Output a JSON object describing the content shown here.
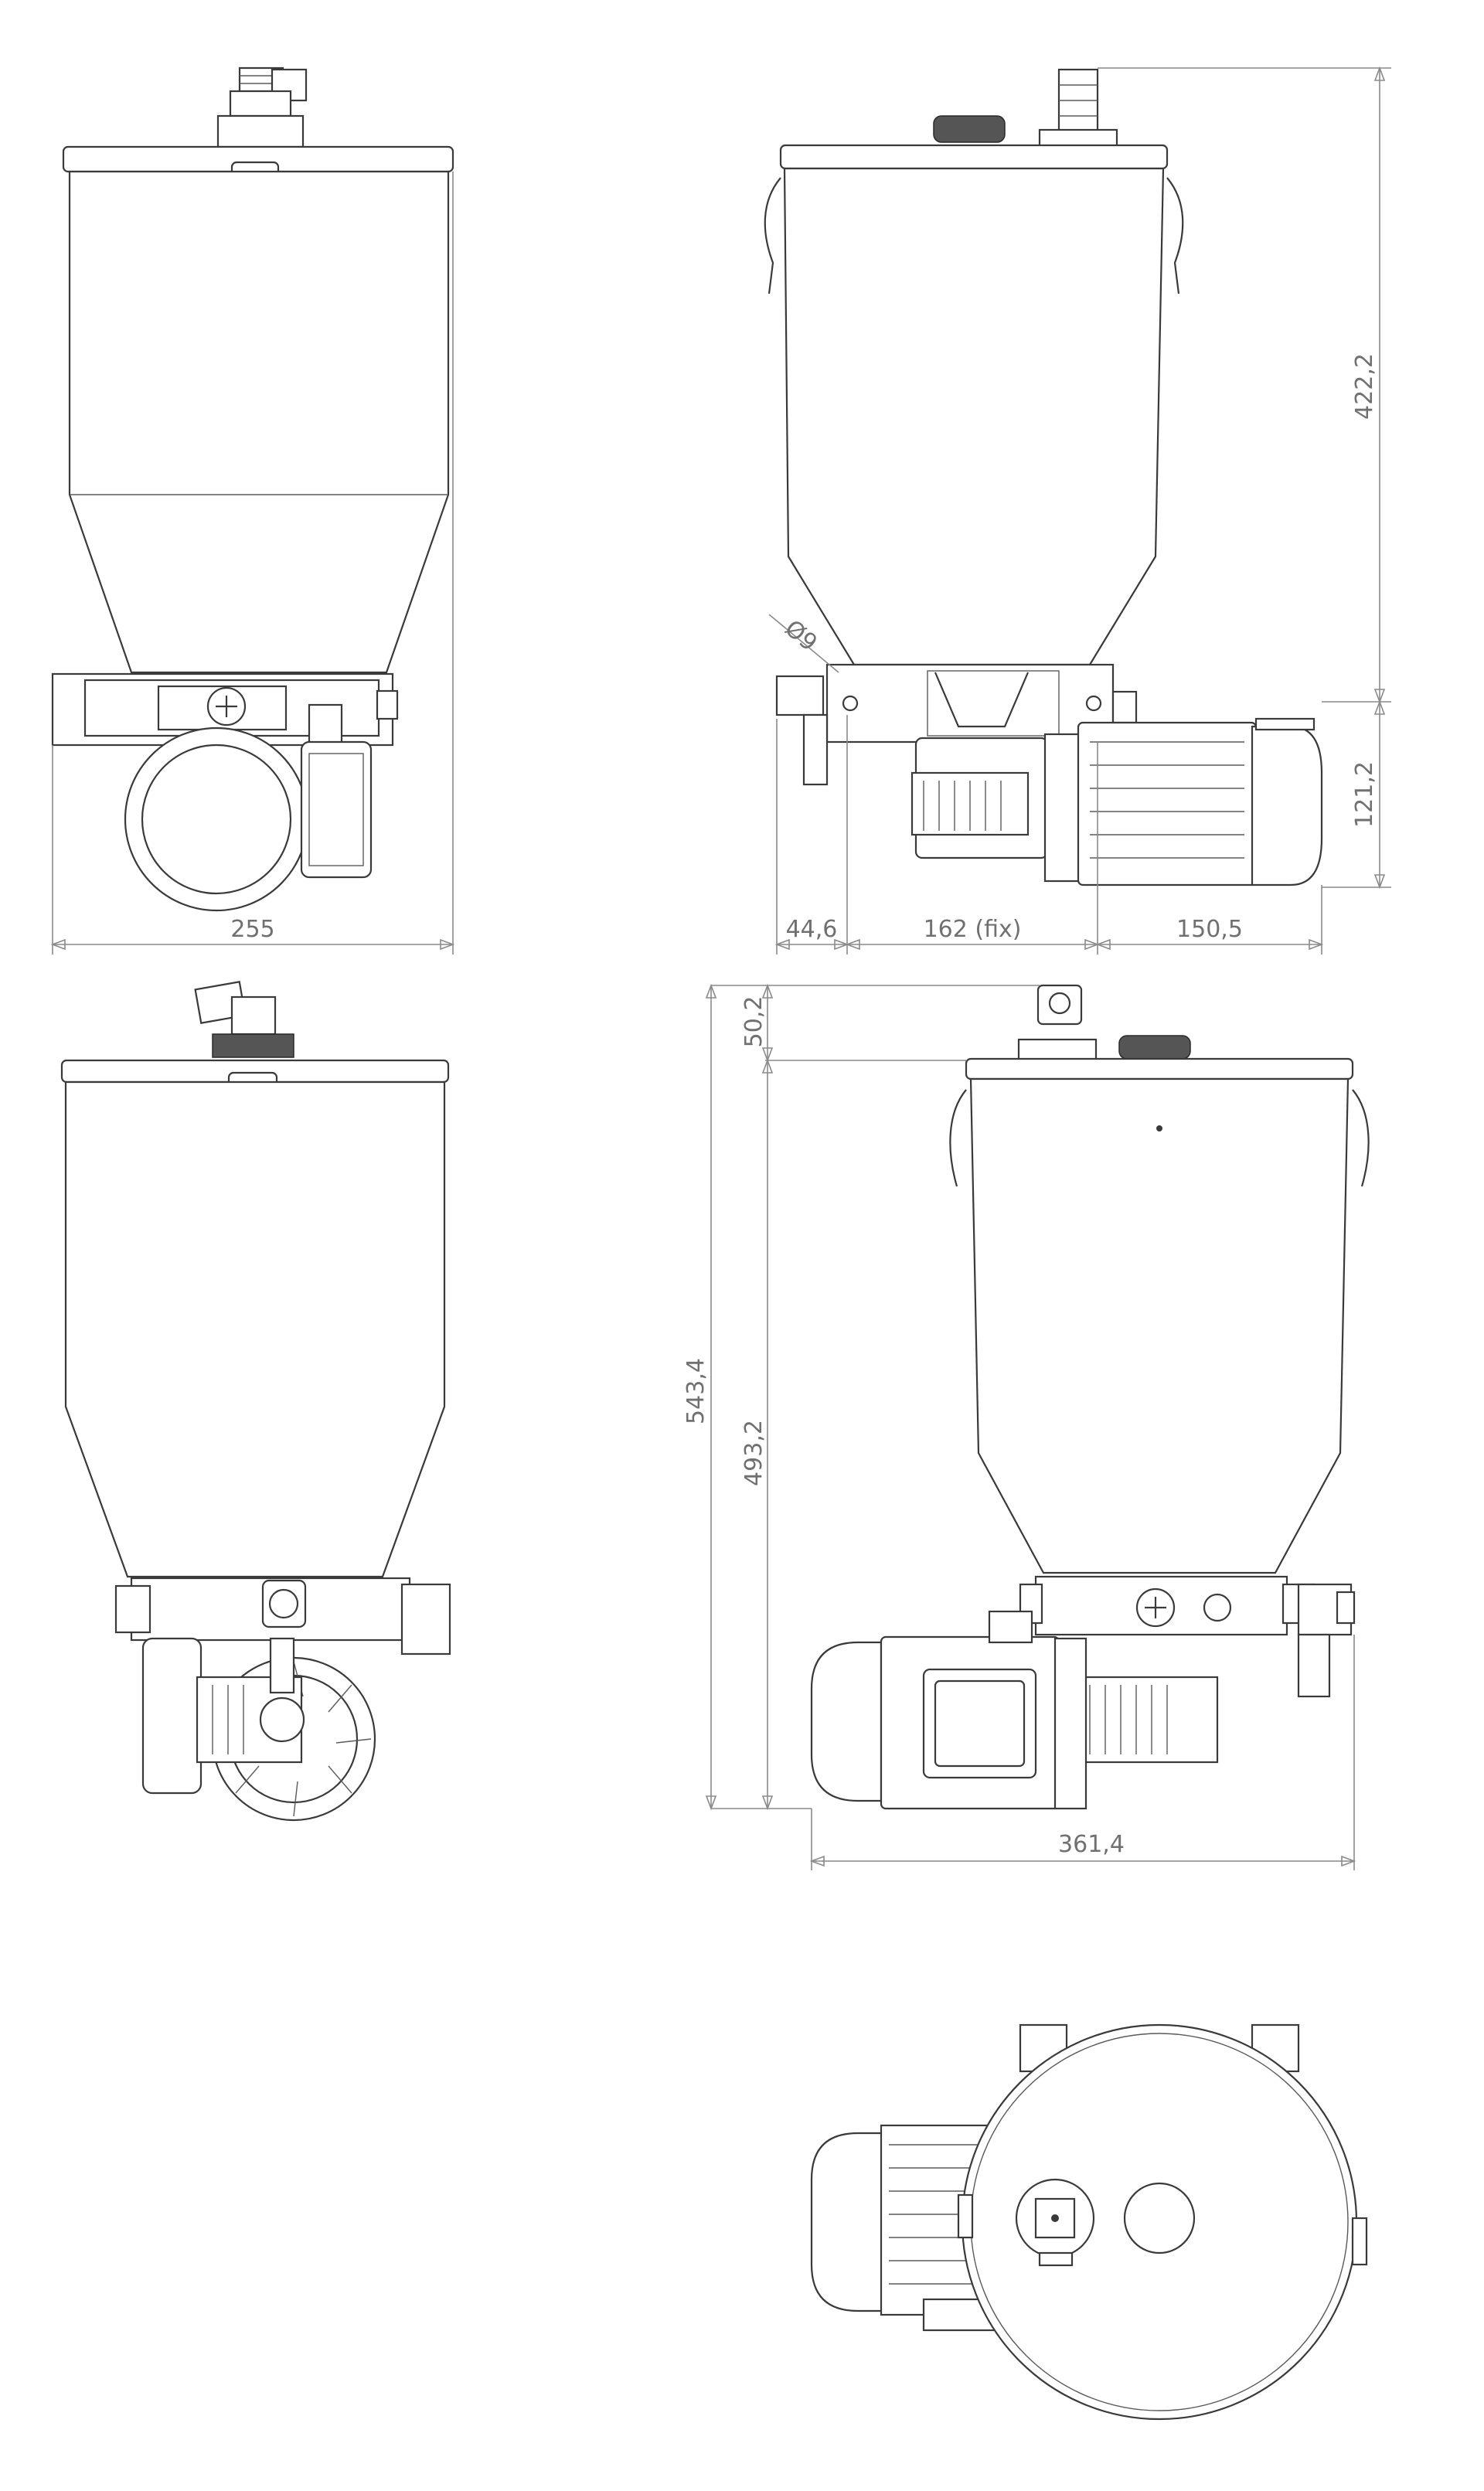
{
  "dimensions": {
    "width_front": "255",
    "offset_left": "44,6",
    "fix_width": "162 (fix)",
    "motor_length": "150,5",
    "reservoir_height": "422,2",
    "base_height": "121,2",
    "hole_diameter": "Ø9",
    "top_offset": "50,2",
    "total_height": "543,4",
    "body_height": "493,2",
    "overall_width": "361,4"
  }
}
